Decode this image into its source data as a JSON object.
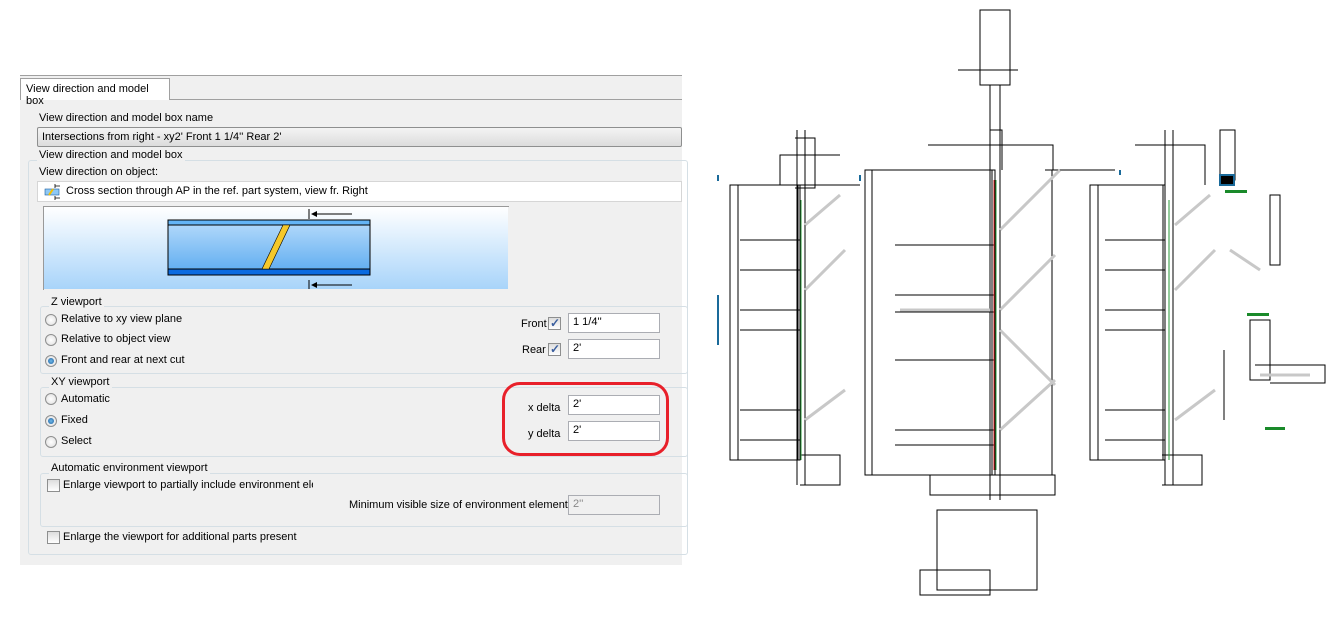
{
  "tab": {
    "label": "View direction and model box"
  },
  "name_section": {
    "label": "View direction and model box name",
    "value": "Intersections from right - xy2' Front 1 1/4'' Rear 2'"
  },
  "view_group": {
    "title": "View direction and model box",
    "direction_label": "View direction on object:",
    "direction_value": "Cross section through AP in the ref. part system, view fr. Right"
  },
  "z_viewport": {
    "title": "Z viewport",
    "options": [
      {
        "label": "Relative to xy view plane",
        "selected": false
      },
      {
        "label": "Relative to object view",
        "selected": false
      },
      {
        "label": "Front and rear at next cut",
        "selected": true
      }
    ],
    "front": {
      "label": "Front",
      "checked": true,
      "value": "1 1/4''"
    },
    "rear": {
      "label": "Rear",
      "checked": true,
      "value": "2'"
    }
  },
  "xy_viewport": {
    "title": "XY viewport",
    "options": [
      {
        "label": "Automatic",
        "selected": false
      },
      {
        "label": "Fixed",
        "selected": true
      },
      {
        "label": "Select",
        "selected": false
      }
    ],
    "x_delta": {
      "label": "x delta",
      "value": "2'"
    },
    "y_delta": {
      "label": "y delta",
      "value": "2'"
    }
  },
  "env_viewport": {
    "title": "Automatic environment viewport",
    "enlarge_label": "Enlarge viewport to partially include environment elem",
    "enlarge_checked": false,
    "min_size_label": "Minimum visible size of environment elements",
    "min_size_value": "2''"
  },
  "additional": {
    "label": "Enlarge the viewport for additional parts present",
    "checked": false
  },
  "colors": {
    "highlight": "#e8202a",
    "accent": "#1a5c9e"
  }
}
